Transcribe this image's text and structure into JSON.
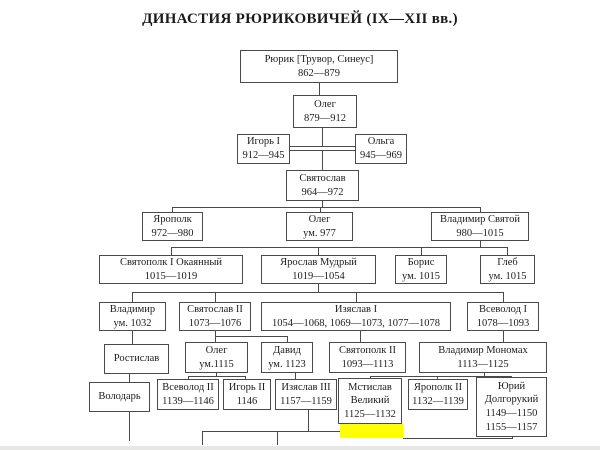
{
  "title": "ДИНАСТИЯ РЮРИКОВИЧЕЙ (IX—XII вв.)",
  "colors": {
    "highlight": "#ffff00",
    "line": "#4a4a4a",
    "text": "#1c1c1c",
    "background": "#ffffff"
  },
  "persons": {
    "rurik": {
      "lines": [
        "Рюрик [Трувор, Синеус]",
        "862—879"
      ]
    },
    "oleg1": {
      "lines": [
        "Олег",
        "879—912"
      ]
    },
    "igor1": {
      "lines": [
        "Игорь I",
        "912—945"
      ]
    },
    "olga": {
      "lines": [
        "Ольга",
        "945—969"
      ]
    },
    "svyatoslav": {
      "lines": [
        "Святослав",
        "964—972"
      ]
    },
    "yaropolk1": {
      "lines": [
        "Ярополк",
        "972—980"
      ]
    },
    "oleg2": {
      "lines": [
        "Олег",
        "ум. 977"
      ]
    },
    "vladimir_svyatoy": {
      "lines": [
        "Владимир Святой",
        "980—1015"
      ]
    },
    "svyatopolk1": {
      "lines": [
        "Святополк I Окаянный",
        "1015—1019"
      ]
    },
    "yaroslav_mudry": {
      "lines": [
        "Ярослав Мудрый",
        "1019—1054"
      ]
    },
    "boris": {
      "lines": [
        "Борис",
        "ум. 1015"
      ]
    },
    "gleb": {
      "lines": [
        "Глеб",
        "ум. 1015"
      ]
    },
    "vladimir2": {
      "lines": [
        "Владимир",
        "ум. 1032"
      ]
    },
    "svyatoslav2": {
      "lines": [
        "Святослав II",
        "1073—1076"
      ]
    },
    "izyaslav1": {
      "lines": [
        "Изяслав I",
        "1054—1068, 1069—1073, 1077—1078"
      ]
    },
    "vsevolod1": {
      "lines": [
        "Всеволод I",
        "1078—1093"
      ]
    },
    "rostislav": {
      "lines": [
        "Ростислав"
      ]
    },
    "oleg3": {
      "lines": [
        "Олег",
        "ум.1115"
      ]
    },
    "david": {
      "lines": [
        "Давид",
        "ум. 1123"
      ]
    },
    "svyatopolk2": {
      "lines": [
        "Святополк II",
        "1093—1113"
      ]
    },
    "monomakh": {
      "lines": [
        "Владимир Мономах",
        "1113—1125"
      ]
    },
    "volodar": {
      "lines": [
        "Володарь"
      ]
    },
    "vsevolod2": {
      "lines": [
        "Всеволод II",
        "1139—1146"
      ]
    },
    "igor2": {
      "lines": [
        "Игорь II",
        "1146"
      ]
    },
    "izyaslav3": {
      "lines": [
        "Изяслав III",
        "1157—1159"
      ]
    },
    "mstislav": {
      "lines": [
        "Мстислав",
        "Великий",
        "1125—1132"
      ]
    },
    "yaropolk2": {
      "lines": [
        "Ярополк II",
        "1132—1139"
      ]
    },
    "yuri": {
      "lines": [
        "Юрий",
        "Долгорукий",
        "1149—1150",
        "1155—1157"
      ]
    }
  }
}
